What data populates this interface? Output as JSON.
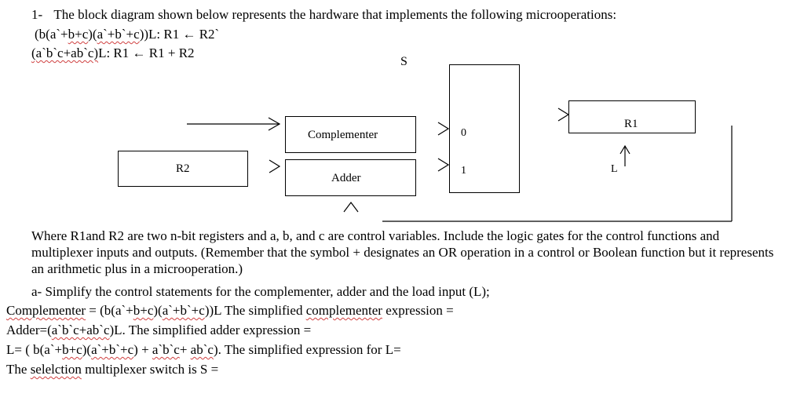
{
  "question": {
    "number": "1-",
    "intro": "The block diagram shown below represents the hardware that implements the following microoperations:",
    "micro1": {
      "a": "(b(a`+",
      "b": "b+c",
      "c": ")(",
      "d": "a`+b`+c",
      "e": "))L: R1 ← R2`"
    },
    "micro2": {
      "a": "(a`b`c+ab`c)",
      "b": "L: R1 ← R1 + R2"
    }
  },
  "diagram": {
    "s_label": "S",
    "complementer": "Complementer",
    "adder": "Adder",
    "r2": "R2",
    "r1": "R1",
    "l_label": "L",
    "mux_in0": "0",
    "mux_in1": "1"
  },
  "body": {
    "para": "Where R1and R2 are two n-bit registers and a, b, and c are control variables. Include the logic gates for the control functions and multiplexer inputs and outputs. (Remember that the symbol + designates an OR operation in a control or Boolean function but it represents an arithmetic plus in a microoperation.)",
    "part_a": "a- Simplify the control statements for the complementer, adder and the load input (L);"
  },
  "answers": {
    "comp": {
      "a": "Complementer",
      "b": " = (b(a`+",
      "c": "b+c",
      "d": ")(",
      "e": "a`+b`+c",
      "f": "))L The simplified ",
      "g": "complementer",
      "h": " expression ="
    },
    "adder": {
      "a": "Adder=(",
      "b": "a`b`c+ab`c",
      "c": ")L. The simplified adder expression ="
    },
    "l": {
      "a": "L= ( b(a`+",
      "b": "b+c",
      "c": ")(",
      "d": "a`+b`+c",
      "e": ") + ",
      "f": "a`b`c",
      "g": "+ ",
      "h": "ab`c",
      "i": "). The simplified expression for L="
    },
    "sel": {
      "a": "The ",
      "b": "selelction",
      "c": " multiplexer switch is S ="
    }
  }
}
